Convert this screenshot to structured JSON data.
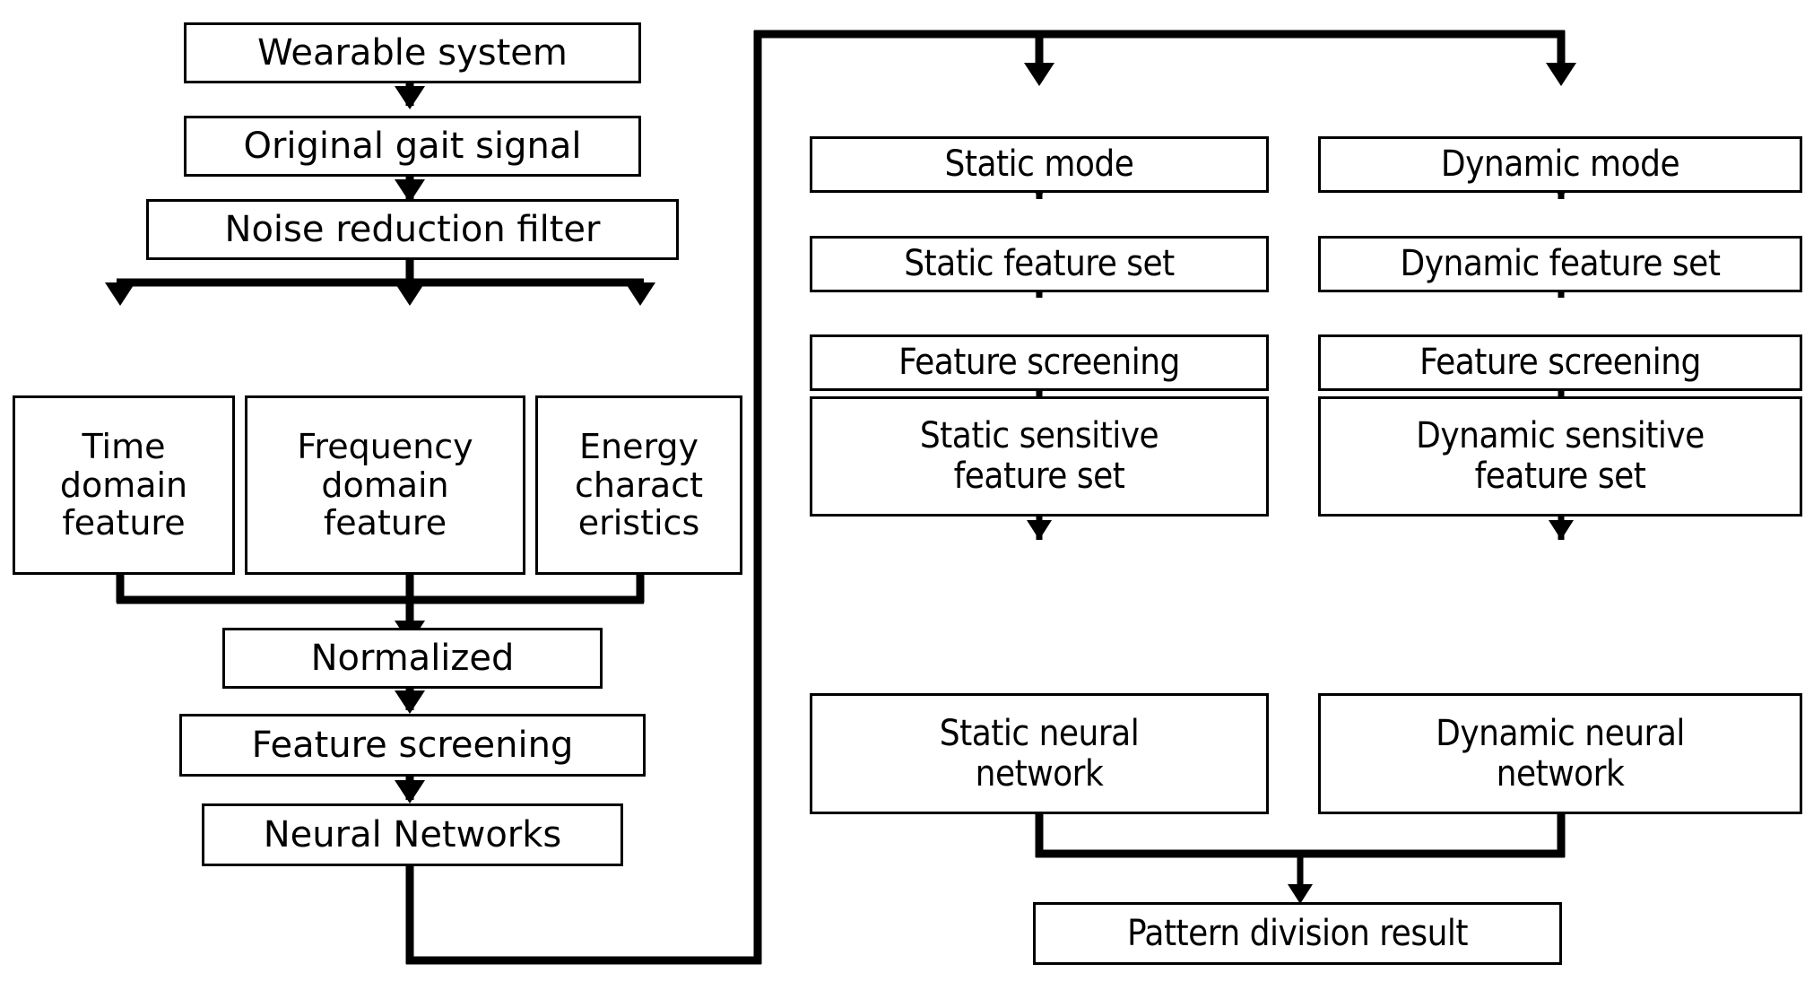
{
  "diagram": {
    "title": "Wearable gait signal processing and pattern division flowchart",
    "stroke_color": "#000000",
    "background_color": "#ffffff",
    "type": "flowchart"
  },
  "left_branch": {
    "nodes": [
      {
        "id": "wearable-system",
        "label": "Wearable  system"
      },
      {
        "id": "original-gait-signal",
        "label": "Original gait signal"
      },
      {
        "id": "noise-reduction-filter",
        "label": "Noise reduction filter"
      },
      {
        "id": "time-domain-feature",
        "label": "Time\ndomain\nfeature"
      },
      {
        "id": "frequency-domain-feature",
        "label": "Frequency\ndomain\nfeature"
      },
      {
        "id": "energy-characteristics",
        "label": "Energy\ncharact\neristics"
      },
      {
        "id": "normalized",
        "label": "Normalized"
      },
      {
        "id": "feature-screening",
        "label": "Feature screening"
      },
      {
        "id": "neural-networks",
        "label": "Neural Networks"
      }
    ]
  },
  "static_branch": {
    "nodes": [
      {
        "id": "static-mode",
        "label": "Static mode"
      },
      {
        "id": "static-feature-set",
        "label": "Static feature set"
      },
      {
        "id": "static-feature-screening",
        "label": "Feature screening"
      },
      {
        "id": "static-sensitive-feature-set",
        "label": "Static sensitive\nfeature set"
      },
      {
        "id": "static-neural-network",
        "label": "Static neural\nnetwork"
      }
    ]
  },
  "dynamic_branch": {
    "nodes": [
      {
        "id": "dynamic-mode",
        "label": "Dynamic mode"
      },
      {
        "id": "dynamic-feature-set",
        "label": "Dynamic feature set"
      },
      {
        "id": "dynamic-feature-screening",
        "label": "Feature screening"
      },
      {
        "id": "dynamic-sensitive-feature-set",
        "label": "Dynamic sensitive\nfeature set"
      },
      {
        "id": "dynamic-neural-network",
        "label": "Dynamic neural\nnetwork"
      }
    ]
  },
  "result": {
    "node": {
      "id": "pattern-division-result",
      "label": "Pattern division result"
    }
  },
  "edges": [
    {
      "from": "wearable-system",
      "to": "original-gait-signal"
    },
    {
      "from": "original-gait-signal",
      "to": "noise-reduction-filter"
    },
    {
      "from": "noise-reduction-filter",
      "to": "time-domain-feature"
    },
    {
      "from": "noise-reduction-filter",
      "to": "frequency-domain-feature"
    },
    {
      "from": "noise-reduction-filter",
      "to": "energy-characteristics"
    },
    {
      "from": "time-domain-feature",
      "to": "normalized"
    },
    {
      "from": "frequency-domain-feature",
      "to": "normalized"
    },
    {
      "from": "energy-characteristics",
      "to": "normalized"
    },
    {
      "from": "normalized",
      "to": "feature-screening"
    },
    {
      "from": "feature-screening",
      "to": "neural-networks"
    },
    {
      "from": "neural-networks",
      "to": "static-mode"
    },
    {
      "from": "neural-networks",
      "to": "dynamic-mode"
    },
    {
      "from": "static-mode",
      "to": "static-feature-set"
    },
    {
      "from": "static-feature-set",
      "to": "static-feature-screening"
    },
    {
      "from": "static-feature-screening",
      "to": "static-sensitive-feature-set"
    },
    {
      "from": "static-sensitive-feature-set",
      "to": "static-neural-network"
    },
    {
      "from": "dynamic-mode",
      "to": "dynamic-feature-set"
    },
    {
      "from": "dynamic-feature-set",
      "to": "dynamic-feature-screening"
    },
    {
      "from": "dynamic-feature-screening",
      "to": "dynamic-sensitive-feature-set"
    },
    {
      "from": "dynamic-sensitive-feature-set",
      "to": "dynamic-neural-network"
    },
    {
      "from": "static-neural-network",
      "to": "pattern-division-result"
    },
    {
      "from": "dynamic-neural-network",
      "to": "pattern-division-result"
    }
  ]
}
